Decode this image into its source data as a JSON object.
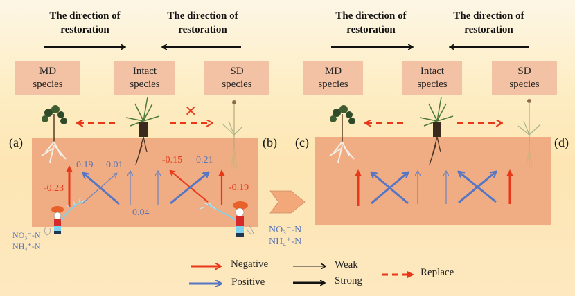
{
  "header": {
    "left_panel": {
      "direction_left": "The direction of restoration",
      "direction_right": "The direction of restoration"
    },
    "right_panel": {
      "direction_left": "The direction of restoration",
      "direction_right": "The direction of restoration"
    }
  },
  "species_boxes": {
    "left": [
      {
        "line1": "MD",
        "line2": "species"
      },
      {
        "line1": "Intact",
        "line2": "species"
      },
      {
        "line1": "SD",
        "line2": "species"
      }
    ],
    "right": [
      {
        "line1": "MD",
        "line2": "species"
      },
      {
        "line1": "Intact",
        "line2": "species"
      },
      {
        "line1": "SD",
        "line2": "species"
      }
    ]
  },
  "panel_labels": [
    "(a)",
    "(b)",
    "(c)",
    "(d)"
  ],
  "replace_blocked_mark": "×",
  "effect_values": {
    "a_neg_md": "-0.23",
    "a_pos_md": "0.19",
    "a_pos_intact": "0.01",
    "a_pos_intact_weak": "0.04",
    "b_neg_intact": "-0.15",
    "b_pos_sd": "0.21",
    "b_neg_sd": "-0.19"
  },
  "nitrogen": {
    "left": {
      "no3": "NO₃⁻-N",
      "nh4": "NH₄⁺-N"
    },
    "right": {
      "no3": "NO₃⁻-N",
      "nh4": "NH₄⁺-N"
    }
  },
  "legend": {
    "negative": "Negative",
    "positive": "Positive",
    "weak": "Weak",
    "strong": "Strong",
    "replace": "Replace"
  },
  "colors": {
    "negative": "#e8381a",
    "positive": "#5476c4",
    "soil": "#f0ac82",
    "box": "#f3c2a4"
  }
}
